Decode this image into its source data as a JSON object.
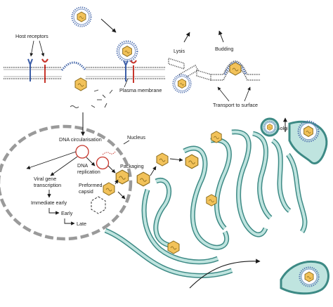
{
  "labels": {
    "host_receptors": "Host receptors",
    "lysis": "Lysis",
    "budding": "Budding",
    "plasma_membrane": "Plasma membrane",
    "transport_to_surface": "Transport to surface",
    "golgi": "Golgi",
    "nucleus": "Nucleus",
    "dna_circularisation": "DNA circularisation",
    "dna_replication_1": "DNA",
    "dna_replication_2": "replication",
    "packaging": "Packaging",
    "viral_gene_1": "Viral gene",
    "viral_gene_2": "transcription",
    "preformed_1": "Preformed",
    "preformed_2": "capsid",
    "immediate_early": "Immediate early",
    "early": "Early",
    "late": "Late"
  },
  "colors": {
    "capsid_fill": "#f2c25a",
    "capsid_stroke": "#8a6a1a",
    "envelope": "#4f6fae",
    "golgi_fill": "#bfe4df",
    "golgi_stroke": "#3d8a85",
    "receptor_blue": "#3c5ea8",
    "receptor_red": "#c8372d",
    "nucleus_dash": "#9a9a9a",
    "dna_circle": "#c8372d"
  }
}
